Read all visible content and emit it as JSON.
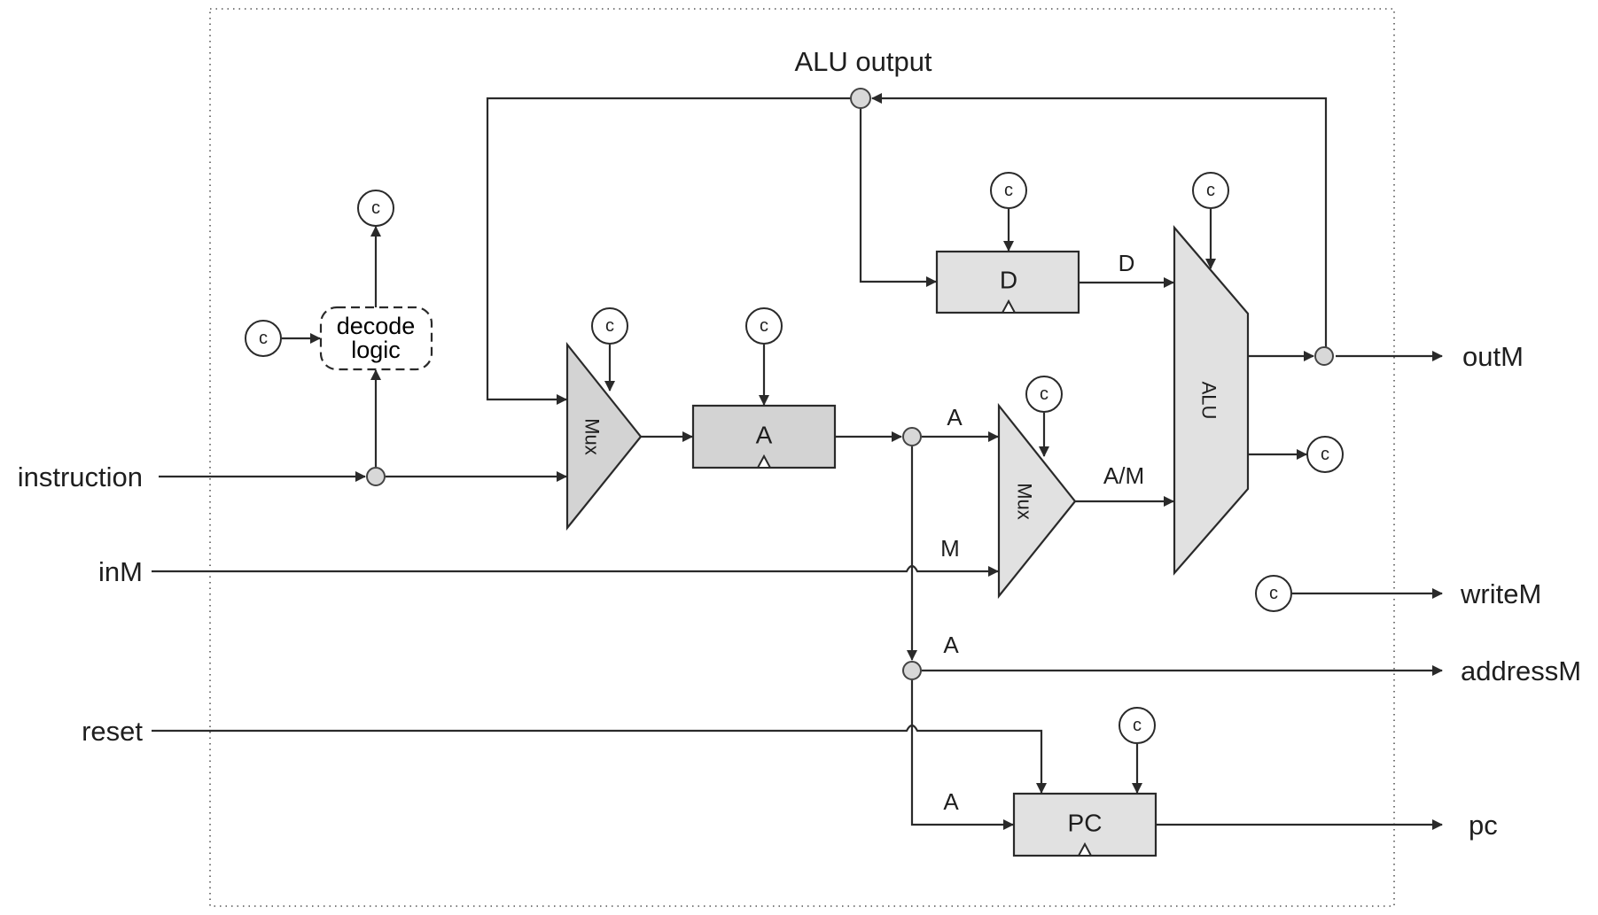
{
  "diagram": {
    "title": "ALU output",
    "inputs": {
      "instruction": "instruction",
      "inM": "inM",
      "reset": "reset"
    },
    "outputs": {
      "outM": "outM",
      "writeM": "writeM",
      "addressM": "addressM",
      "pc": "pc"
    },
    "blocks": {
      "decode_line1": "decode",
      "decode_line2": "logic",
      "mux1": "Mux",
      "mux2": "Mux",
      "a_register": "A",
      "d_register": "D",
      "alu": "ALU",
      "pc_register": "PC"
    },
    "wire_labels": {
      "d_to_alu": "D",
      "a_to_mux": "A",
      "m_to_mux": "M",
      "am_to_alu": "A/M",
      "a_to_address": "A",
      "a_to_pc": "A"
    },
    "control_bit_symbol": "c",
    "colors": {
      "wire": "#2a2a2a",
      "dark_block_fill": "#d3d3d3",
      "light_block_fill": "#e1e1e1",
      "junction_fill": "#d8d8d8"
    }
  }
}
